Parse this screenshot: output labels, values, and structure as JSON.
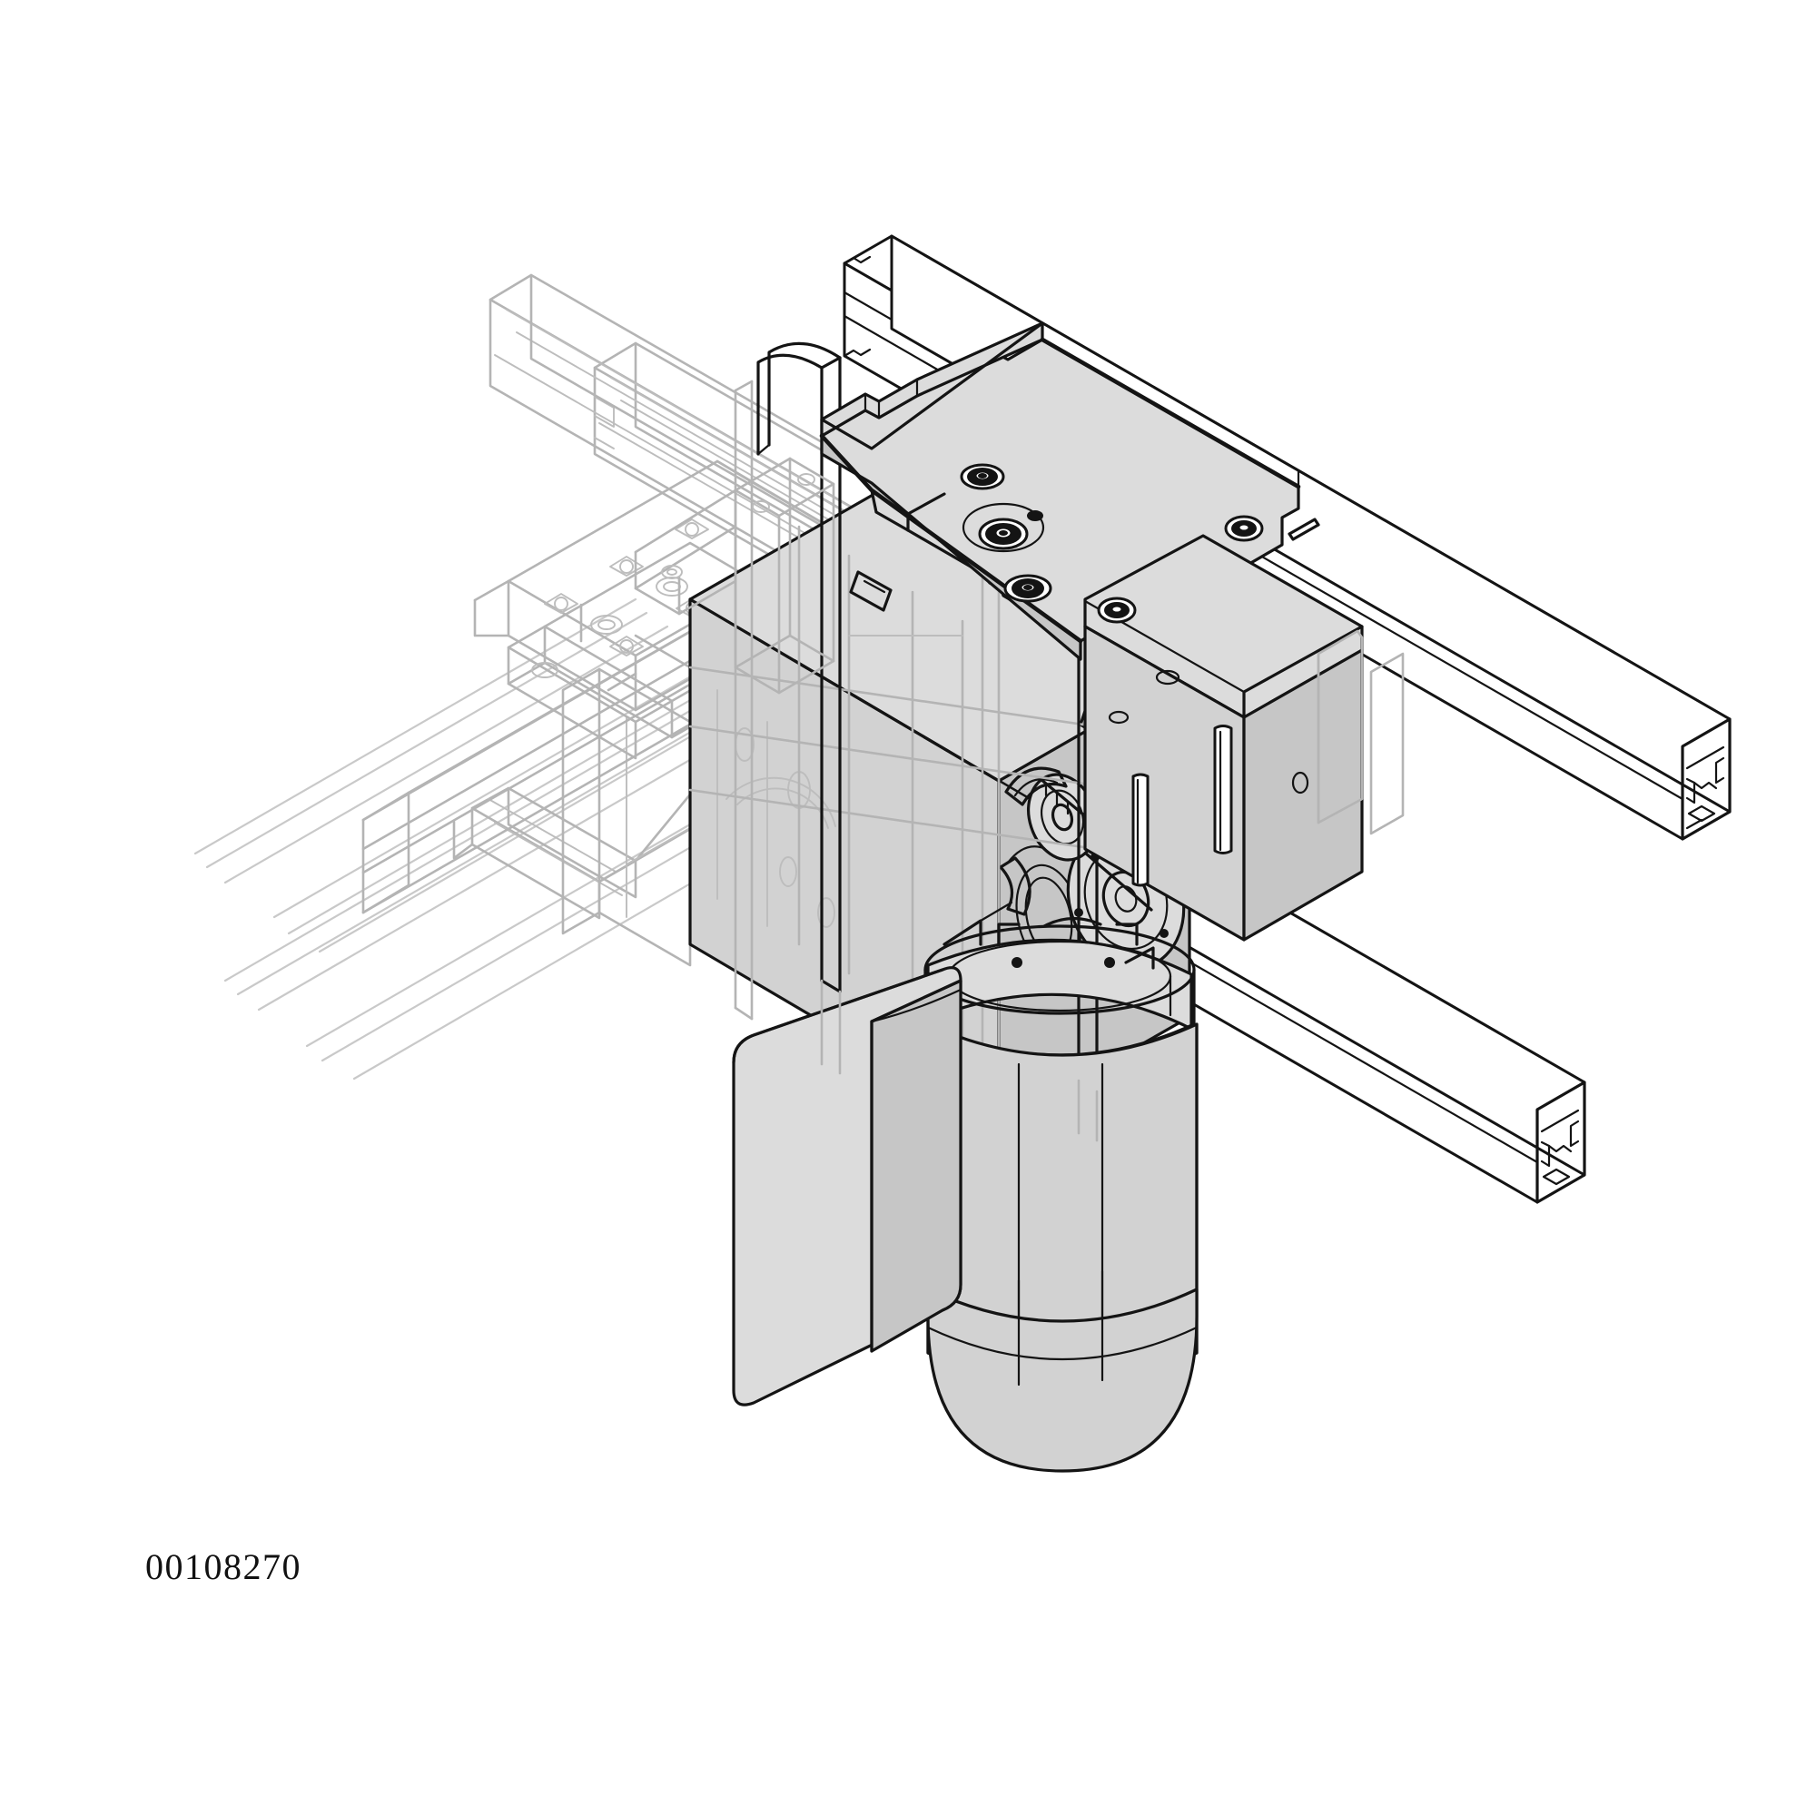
{
  "document": {
    "kind": "technical-illustration",
    "part_number": "00108270",
    "projection": "isometric",
    "background_color": "#ffffff",
    "line_color": "#141414",
    "ghost_line_color": "#b4b4b4",
    "fill_light": "#dcdcdc",
    "fill_mid": "#d2d2d2",
    "fill_dark": "#c2c2c2"
  },
  "scene": {
    "title": "Rotary drive unit with sheet-metal mounting brackets on T-slot profile rails",
    "components": [
      {
        "id": "rail-upper-right",
        "label": "Aluminium T-slot profile rail (upper right)",
        "style": "solid"
      },
      {
        "id": "rail-lower-right",
        "label": "Aluminium T-slot profile rail (lower right)",
        "style": "solid"
      },
      {
        "id": "rail-ghost-upper",
        "label": "Profile rail, construction geometry",
        "style": "ghost"
      },
      {
        "id": "rail-ghost-lower",
        "label": "Profile rail, construction geometry",
        "style": "ghost"
      },
      {
        "id": "rail-ghost-cross",
        "label": "Cross member, construction geometry",
        "style": "ghost"
      },
      {
        "id": "top-mounting-plate",
        "label": "Top mounting plate",
        "style": "solid"
      },
      {
        "id": "bracket-right",
        "label": "Right angle bracket with slotted holes",
        "style": "solid"
      },
      {
        "id": "bracket-left",
        "label": "Left angle bracket",
        "style": "ghost"
      },
      {
        "id": "hanger-strap-left",
        "label": "Left hanger strap",
        "style": "solid"
      },
      {
        "id": "hanger-strap-right",
        "label": "Right hanger strap",
        "style": "solid"
      },
      {
        "id": "gearbox-housing",
        "label": "Gearbox / drive housing",
        "style": "solid"
      },
      {
        "id": "belt-drive",
        "label": "Toothed belt drive with pulleys",
        "style": "solid"
      },
      {
        "id": "rotary-flange",
        "label": "Rotary flange collar",
        "style": "solid"
      },
      {
        "id": "motor-cylinder",
        "label": "Cylindrical motor body",
        "style": "solid"
      },
      {
        "id": "terminal-box",
        "label": "Terminal / connection box",
        "style": "solid"
      },
      {
        "id": "motor-dome",
        "label": "Motor end dome",
        "style": "solid"
      }
    ],
    "fasteners": [
      {
        "id": "cap-screw-top-1",
        "label": "Socket head cap screw"
      },
      {
        "id": "cap-screw-top-2",
        "label": "Socket head cap screw"
      },
      {
        "id": "cap-screw-top-3",
        "label": "Socket head cap screw"
      },
      {
        "id": "cap-screw-bracket-right-1",
        "label": "Socket head cap screw"
      },
      {
        "id": "cap-screw-bracket-right-2",
        "label": "Socket head cap screw"
      }
    ]
  }
}
